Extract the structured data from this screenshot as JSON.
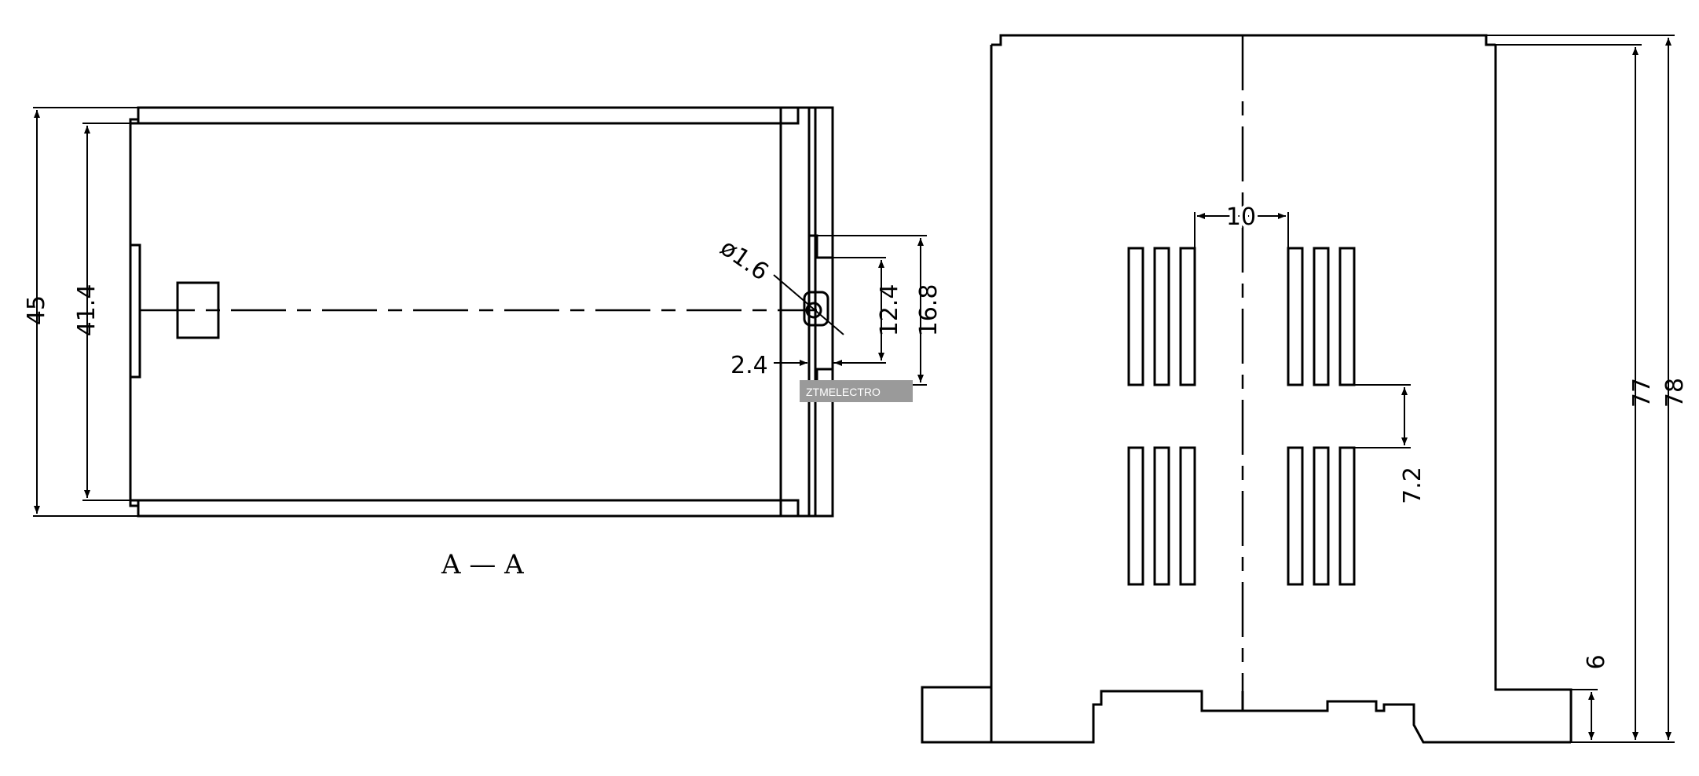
{
  "section_view": {
    "section_label": "A — A",
    "dims": {
      "overall_height": "45",
      "inner_height": "41.4",
      "hole_diameter": "ø1.6",
      "hole_offset": "12.4",
      "rail_height": "16.8",
      "wall_gap": "2.4"
    }
  },
  "front_view": {
    "dims": {
      "slot_spacing": "10",
      "slot_gap": "7.2",
      "foot_height": "6",
      "body_height": "77",
      "overall_height": "78"
    }
  },
  "watermark": "ZTMELECTRO"
}
